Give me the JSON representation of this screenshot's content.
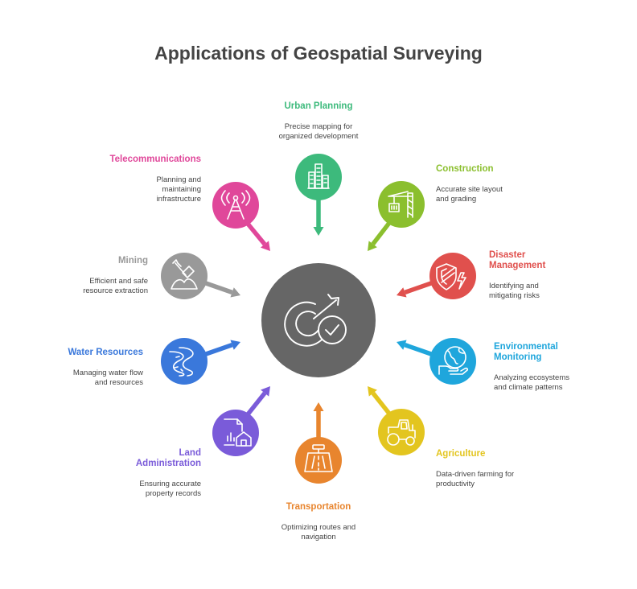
{
  "title": "Applications of Geospatial Surveying",
  "center": {
    "icon": "target-check-icon",
    "color": "#666666"
  },
  "items": [
    {
      "id": "urban-planning",
      "label": [
        "Urban Planning"
      ],
      "desc": [
        "Precise mapping for",
        "organized development"
      ],
      "color": "#3dba7c",
      "icon": "buildings-icon"
    },
    {
      "id": "construction",
      "label": [
        "Construction"
      ],
      "desc": [
        "Accurate site layout",
        "and grading"
      ],
      "color": "#8bbf2e",
      "icon": "crane-icon"
    },
    {
      "id": "disaster-management",
      "label": [
        "Disaster",
        "Management"
      ],
      "desc": [
        "Identifying and",
        "mitigating risks"
      ],
      "color": "#e0504d",
      "icon": "shield-alert-icon"
    },
    {
      "id": "environmental-monitoring",
      "label": [
        "Environmental",
        "Monitoring"
      ],
      "desc": [
        "Analyzing ecosystems",
        "and climate patterns"
      ],
      "color": "#1fa6dc",
      "icon": "globe-hand-icon"
    },
    {
      "id": "agriculture",
      "label": [
        "Agriculture"
      ],
      "desc": [
        "Data-driven farming for",
        "productivity"
      ],
      "color": "#e3c51f",
      "icon": "tractor-icon"
    },
    {
      "id": "transportation",
      "label": [
        "Transportation"
      ],
      "desc": [
        "Optimizing routes and",
        "navigation"
      ],
      "color": "#e8852e",
      "icon": "road-sign-icon"
    },
    {
      "id": "land-administration",
      "label": [
        "Land",
        "Administration"
      ],
      "desc": [
        "Ensuring accurate",
        "property records"
      ],
      "color": "#7a5bd9",
      "icon": "property-document-icon"
    },
    {
      "id": "water-resources",
      "label": [
        "Water Resources"
      ],
      "desc": [
        "Managing water flow",
        "and resources"
      ],
      "color": "#3a78db",
      "icon": "river-icon"
    },
    {
      "id": "mining",
      "label": [
        "Mining"
      ],
      "desc": [
        "Efficient and safe",
        "resource extraction"
      ],
      "color": "#999999",
      "icon": "shovel-icon"
    },
    {
      "id": "telecommunications",
      "label": [
        "Telecommunications"
      ],
      "desc": [
        "Planning and",
        "maintaining",
        "infrastructure"
      ],
      "color": "#e0479a",
      "icon": "tower-icon"
    }
  ]
}
